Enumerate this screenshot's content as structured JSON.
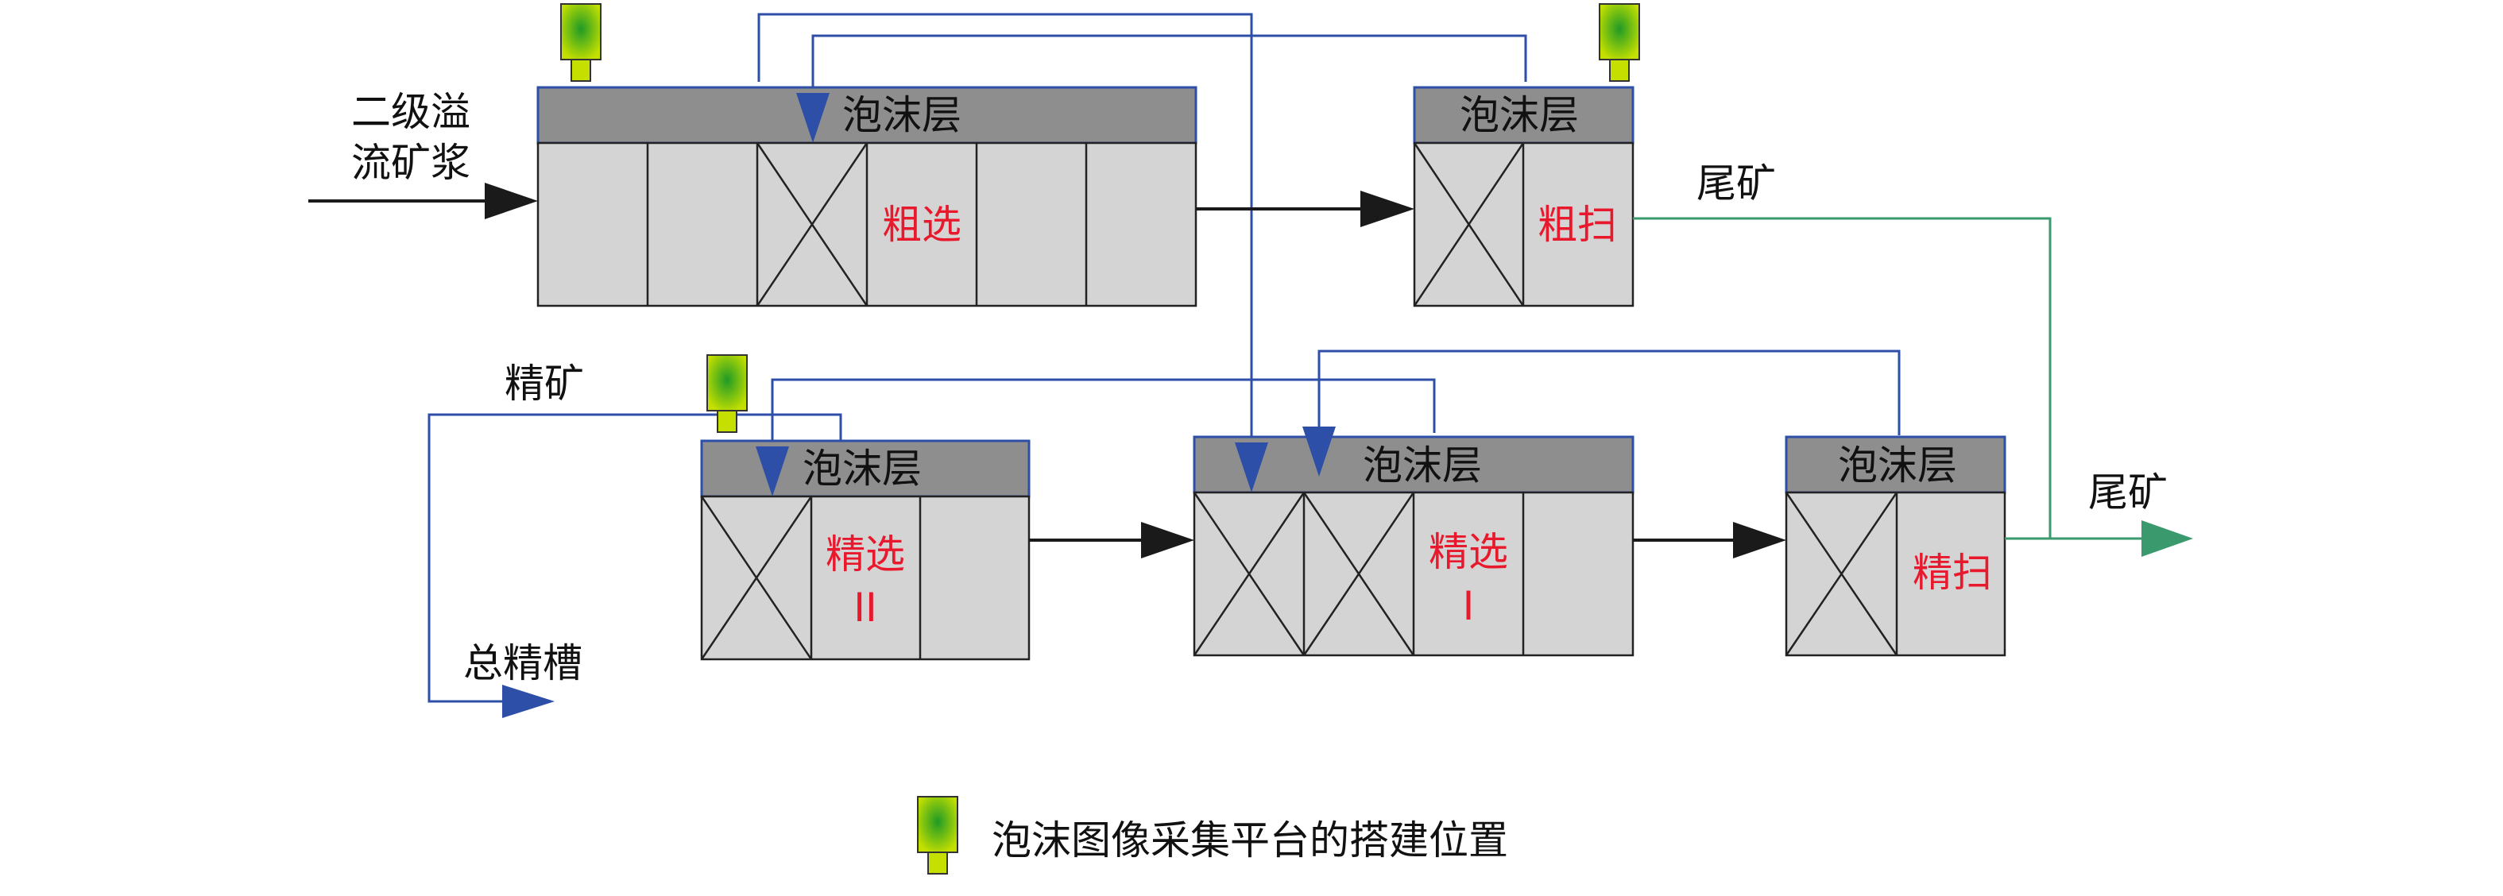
{
  "diagram": {
    "inputs": {
      "feed_line1": "二级溢",
      "feed_line2": "流矿浆"
    },
    "cells": {
      "froth_label": "泡沫层",
      "rougher": "粗选",
      "scavenger_rough": "粗扫",
      "cleaner2_line1": "精选",
      "cleaner2_line2": "II",
      "cleaner1_line1": "精选",
      "cleaner1_line2": "I",
      "scavenger_fine": "精扫"
    },
    "streams": {
      "tailings_upper": "尾矿",
      "tailings_right": "尾矿",
      "concentrate": "精矿",
      "concentrate_tank": "总精槽"
    },
    "legend": {
      "text": "泡沫图像采集平台的搭建位置"
    },
    "colors": {
      "froth_layer": "#8f8e8e",
      "cell_body": "#d4d4d4",
      "cell_label": "#e8182d",
      "froth_return_line": "#2e4fa8",
      "tailings_line": "#3a9a6e",
      "flow_arrow": "#1a1a1a",
      "camera_green": "#9fd400"
    }
  }
}
